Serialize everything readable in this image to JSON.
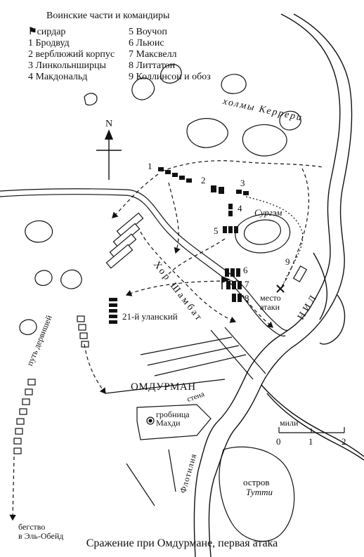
{
  "legend": {
    "title": "Воинские части и командиры",
    "sirdar_label": "сирдар",
    "left_items": [
      "1 Бродвуд",
      "2 верблюжий корпус",
      "3 Линкольнширцы",
      "4  Макдональд"
    ],
    "right_items": [
      "5 Воучоп",
      "6  Льюис",
      "7 Максвелл",
      "8 Литтатон",
      "9 Коллинсон и обоз"
    ]
  },
  "labels": {
    "north": "N",
    "hills": "холмы Керрери",
    "surgham": "Сургэм",
    "khor": "Хор Шамбат",
    "nile": "НИЛ",
    "attack_place_1": "место",
    "attack_place_2": "атаки",
    "lancers": "21-й уланский",
    "dervish_path": "путь дервишей",
    "omdurman": "ОМДУРМАН",
    "wall": "стена",
    "tomb_1": "гробница",
    "tomb_2": "Махди",
    "flotilla": "Флотилия",
    "island_1": "остров",
    "island_2": "Тутти",
    "flight_1": "бегство",
    "flight_2": "в Эль-Обейд",
    "unit_numbers": [
      "1",
      "2",
      "3",
      "4",
      "5",
      "6",
      "7",
      "8",
      "9"
    ]
  },
  "scale": {
    "title": "мили",
    "ticks": [
      "0",
      "1",
      "2"
    ]
  },
  "caption": "Сражение при Омдурмане, первая атака"
}
